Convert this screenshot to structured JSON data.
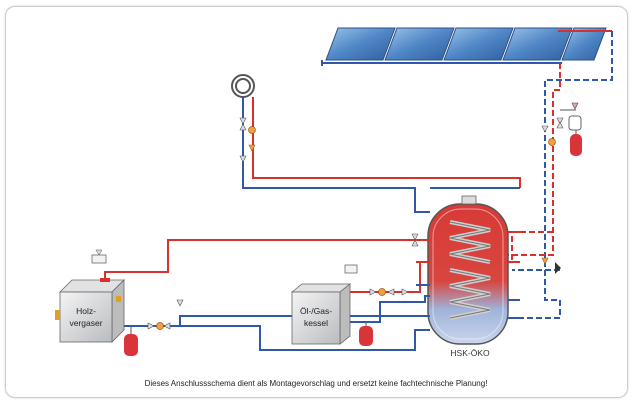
{
  "labels": {
    "wood_boiler_line1": "Holz-",
    "wood_boiler_line2": "vergaser",
    "oil_gas_boiler_line1": "Öl-/Gas-",
    "oil_gas_boiler_line2": "kessel",
    "storage_tank": "HSK-ÖKO",
    "disclaimer": "Dieses Anschlussschema dient als Montagevorschlag und ersetzt keine fachtechnische Planung!"
  },
  "colors": {
    "supply": "#d8302c",
    "return": "#2f58a8",
    "panel": "#4f86c6",
    "tank_red": "#d83a36",
    "vessel": "#d8343a"
  }
}
